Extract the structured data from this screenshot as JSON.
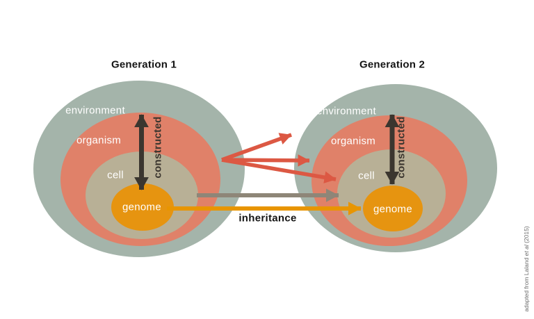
{
  "generations": [
    {
      "title": "Generation 1",
      "layers": [
        {
          "name": "environment",
          "label": "environment"
        },
        {
          "name": "organism",
          "label": "organism"
        },
        {
          "name": "cell",
          "label": "cell"
        },
        {
          "name": "genome",
          "label": "genome"
        }
      ],
      "constructed_label": "constructed"
    },
    {
      "title": "Generation 2",
      "layers": [
        {
          "name": "environment",
          "label": "environment"
        },
        {
          "name": "organism",
          "label": "organism"
        },
        {
          "name": "cell",
          "label": "cell"
        },
        {
          "name": "genome",
          "label": "genome"
        }
      ],
      "constructed_label": "constructed"
    }
  ],
  "arrows": {
    "inheritance_label": "inheritance"
  },
  "citation": {
    "prefix": "adapted from Laland ",
    "et_al": "et al",
    "suffix": " (2015)"
  },
  "colors": {
    "environment_ring": "#a4b4aa",
    "organism_ring": "#e08169",
    "cell_ring": "#b8b096",
    "genome_core": "#e69410",
    "construction_arrow_red": "#dc5843",
    "inheritance_arrow_gray": "#8e8678",
    "inheritance_arrow_orange": "#e89500",
    "constructed_arrow_dark": "#3b362f",
    "label_light": "#ffffff",
    "text_dark": "#141414",
    "citation_gray": "#6b6b6b"
  }
}
